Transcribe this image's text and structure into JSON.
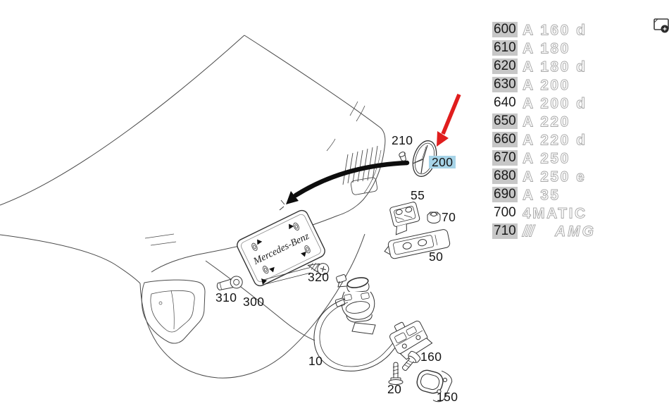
{
  "page": {
    "background": "#ffffff"
  },
  "icons": {
    "top_right": "image-preview-icon"
  },
  "diagram": {
    "plate_text": "Mercedes-Benz",
    "selected_part_highlight": "#a7d4e8",
    "arrow_colors": {
      "red": "#e01d1d",
      "black": "#0d0d0d"
    },
    "labels": [
      {
        "id": "210",
        "text": "210"
      },
      {
        "id": "200",
        "text": "200",
        "selected": true
      },
      {
        "id": "55",
        "text": "55"
      },
      {
        "id": "70",
        "text": "70"
      },
      {
        "id": "50",
        "text": "50"
      },
      {
        "id": "320",
        "text": "320"
      },
      {
        "id": "310",
        "text": "310"
      },
      {
        "id": "300",
        "text": "300"
      },
      {
        "id": "10",
        "text": "10"
      },
      {
        "id": "160",
        "text": "160"
      },
      {
        "id": "20",
        "text": "20"
      },
      {
        "id": "150",
        "text": "150"
      }
    ]
  },
  "parts_list": {
    "number_highlight": "#c7c7c7",
    "rows": [
      {
        "number": "600",
        "badge": "A 160 d",
        "highlighted": true
      },
      {
        "number": "610",
        "badge": "A 180",
        "highlighted": true
      },
      {
        "number": "620",
        "badge": "A 180 d",
        "highlighted": true
      },
      {
        "number": "630",
        "badge": "A 200",
        "highlighted": true
      },
      {
        "number": "640",
        "badge": "A 200 d",
        "highlighted": false
      },
      {
        "number": "650",
        "badge": "A 220",
        "highlighted": true
      },
      {
        "number": "660",
        "badge": "A 220 d",
        "highlighted": true
      },
      {
        "number": "670",
        "badge": "A 250",
        "highlighted": true
      },
      {
        "number": "680",
        "badge": "A 250 e",
        "highlighted": true
      },
      {
        "number": "690",
        "badge": "A 35",
        "highlighted": true
      },
      {
        "number": "700",
        "badge": "4MATIC",
        "highlighted": false
      },
      {
        "number": "710",
        "badge": "AMG",
        "prefix": "///",
        "highlighted": true
      }
    ]
  }
}
